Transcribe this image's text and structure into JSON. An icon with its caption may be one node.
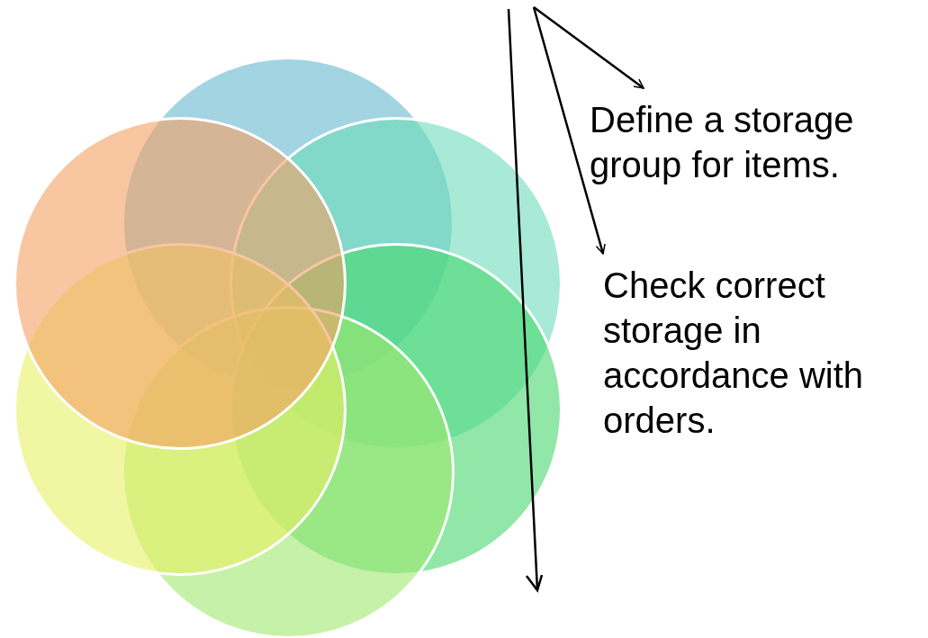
{
  "diagram": {
    "nodes": [
      {
        "text": [
          "Define a storage group for items."
        ]
      },
      {
        "text": [
          "Check correct storage in accordance with orders."
        ]
      },
      {
        "text": [],
        "shape": "circle"
      },
      {
        "text": [],
        "shape": "circle"
      },
      {
        "text": [],
        "shape": "circle"
      },
      {
        "text": [],
        "shape": "circle"
      },
      {
        "text": [],
        "shape": "circle"
      },
      {
        "text": [],
        "shape": "circle"
      }
    ],
    "edges": [
      {
        "from": null,
        "to": 0,
        "arrow": "to"
      },
      {
        "from": null,
        "to": 1,
        "arrow": "to"
      }
    ]
  }
}
